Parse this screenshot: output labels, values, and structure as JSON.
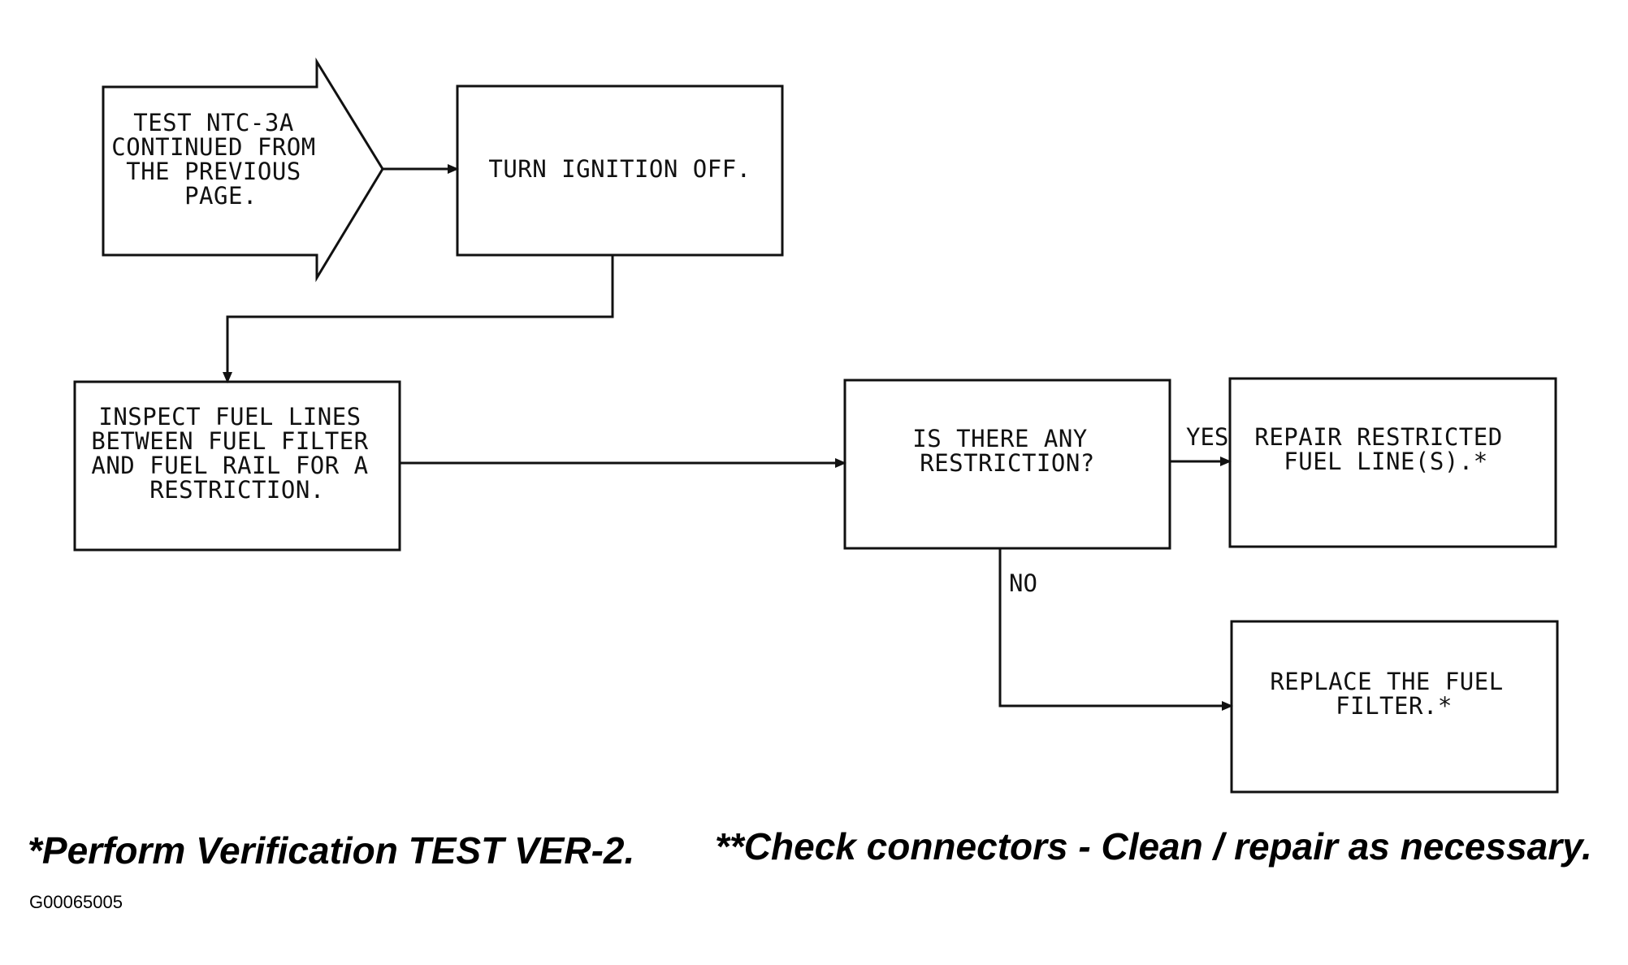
{
  "nodes": {
    "start": {
      "lines": [
        "TEST NTC-3A",
        "CONTINUED FROM",
        "THE PREVIOUS",
        "PAGE."
      ]
    },
    "ignition": {
      "lines": [
        "TURN IGNITION OFF."
      ]
    },
    "inspect": {
      "lines": [
        "INSPECT FUEL LINES",
        "BETWEEN FUEL FILTER",
        "AND FUEL RAIL FOR A",
        "RESTRICTION."
      ]
    },
    "question": {
      "lines": [
        "IS THERE ANY",
        "RESTRICTION?"
      ]
    },
    "repair": {
      "lines": [
        "REPAIR RESTRICTED",
        "FUEL LINE(S).*"
      ]
    },
    "replace": {
      "lines": [
        "REPLACE THE FUEL",
        "FILTER.*"
      ]
    }
  },
  "edges": {
    "yes_label": "YES",
    "no_label": "NO"
  },
  "footer": {
    "note1": "*Perform Verification TEST VER-2.",
    "note2": "**Check connectors - Clean / repair as necessary.",
    "figure_code": "G00065005"
  }
}
